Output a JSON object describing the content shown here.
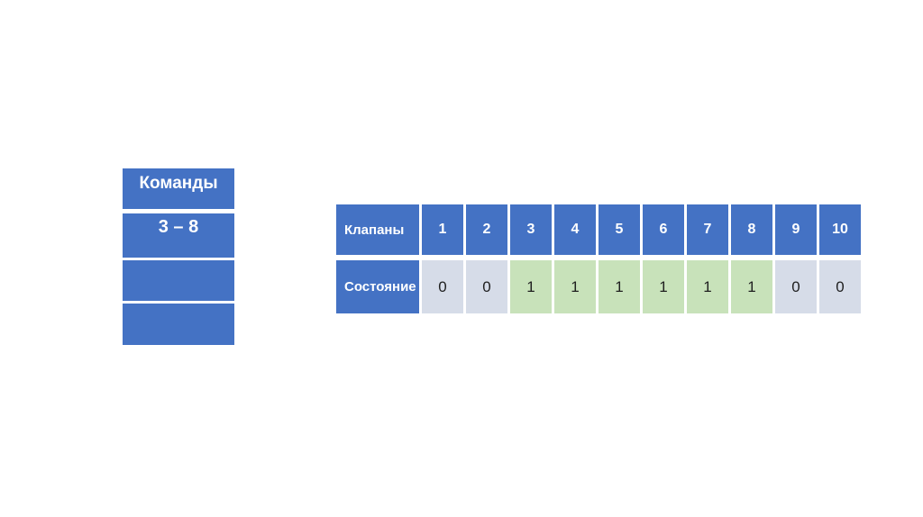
{
  "colors": {
    "accent_blue": "#4472C4",
    "state_on_green": "#C8E2BA",
    "state_off_lavender": "#D6DCE8",
    "light_text": "#ffffff",
    "dark_text": "#1f1f1f",
    "background": "#ffffff"
  },
  "commands_table": {
    "title": "Команды",
    "value": "3 – 8",
    "empty_rows": [
      "",
      ""
    ]
  },
  "valves_table": {
    "header_label": "Клапаны",
    "state_label": "Состояние",
    "columns": [
      "1",
      "2",
      "3",
      "4",
      "5",
      "6",
      "7",
      "8",
      "9",
      "10"
    ],
    "states": [
      "0",
      "0",
      "1",
      "1",
      "1",
      "1",
      "1",
      "1",
      "0",
      "0"
    ],
    "state_on_color": "#C8E2BA",
    "state_off_color": "#D6DCE8"
  }
}
